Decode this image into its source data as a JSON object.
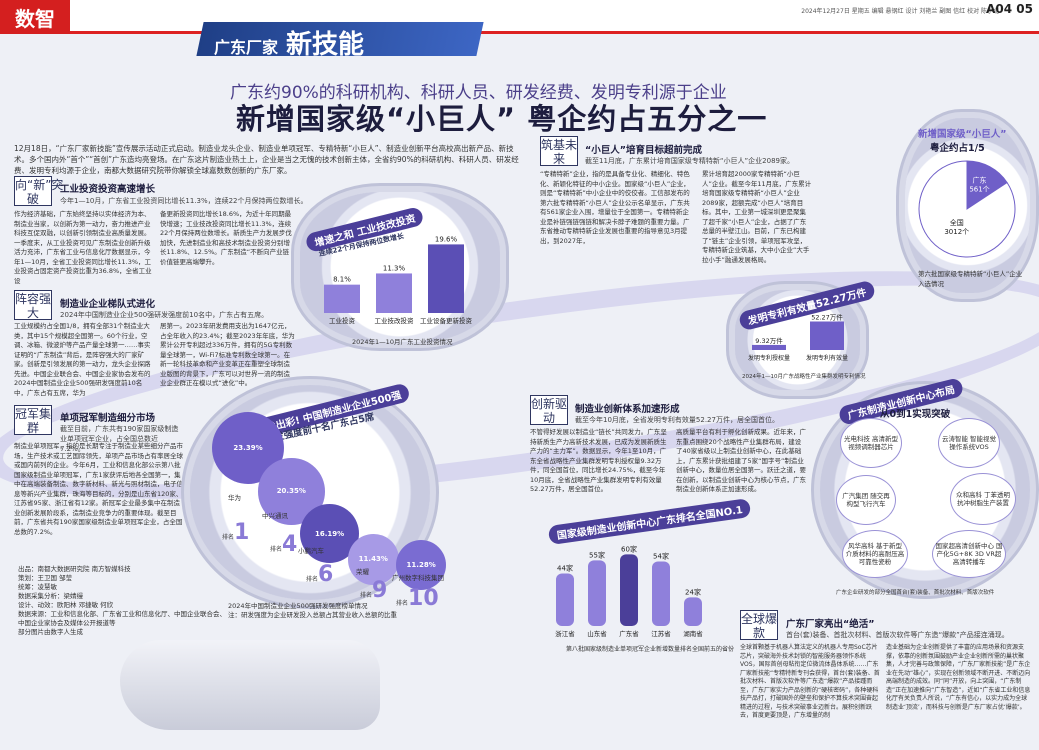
{
  "header": {
    "logo": "数智",
    "date_line": "2024年12月27日 星期五 编辑 悬钢红 设计 刘艳兰 副图 信红 校对 陈小北",
    "page": "A04 05"
  },
  "banner": {
    "small": "广东厂家",
    "big": "新技能"
  },
  "subtitle": "广东约90%的科研机构、科研人员、研发经费、发明专利源于企业",
  "title": "新增国家级“小巨人” 粤企约占五分之一",
  "intro": "12月18日，“广东厂家新技能”宣传展示活动正式启动。制造业龙头企业、制造业单项冠军、专精特新“小巨人”、制造业创新平台高校高出新产品、新技术。多个国内外“首个”“首创”广东造均亮登场。在广东这片制造业热土上，企业是当之无愧的技术创新主体，全省约90%的科研机构、科研人员、研发经费、发明专利均源于企业，南都大数据研究院带你解锁全球嘉数数创新的广东厂家。",
  "sections": {
    "s1": {
      "tag": "向“新”突破",
      "head": "工业投资投资高速增长",
      "sub": "今年1—10月，广东省工业投资同比增长11.3%，连续22个月保持两位数增长。",
      "body1": "作为经济基础，广东始终坚持以实体经济为本、制造业当家，以创新为第一动力，奋力推进产业科技互促双融，以创新引领制造业高质量发展。一季度末，从工业投资可见广东制造业创新升级活力充沛，广东省工业与信息化厅数据显示，今年1—10月，全省工业投资同比增长11.3%，工业投资占固定资产投资比重为36.8%，全省工业设",
      "body2": "备更新投资同比增长18.6%，为近十年同期最快增速；工业技改投资同比增长11.3%，连续22个月保持两位数增长。新质生产力发展步伐加快，先进制造业和高技术制造业投资分别增长11.8%、12.5%。广东制造“不断向产业链价值链更高端攀升。"
    },
    "s2": {
      "tag": "阵容强大",
      "head": "制造业企业梯队式进化",
      "sub": "2024年中国制造业企业500强研发强度前10名中，广东占有五席。",
      "body1": "工业规模约占全国1/8，拥有全部31个制造业大类，其中15个规模超全国第一。60个行业，空调、冰箱、微波炉等产品产量全球第一……事实证明的“广东制造”背后，是阵容强大的厂家矿家。创新是引领发展的第一动力，龙头企业探路先进。中国企业联合会、中国企业家协会发布的2024中国制造业企业500强研发强度前10名中，广东占有五席，华为",
      "body2": "居第一。2023年研发费用支出为1647亿元，占全年收入的23.4%；截至2023年年底，华为累计公开专利超过336万件，拥有的5G专利数量全球第一，Wi-Fi7标准专利数全球第一。在新一轮科技革命和产业变革正在重塑全球制造业版图的背景下，广东可以对世界一流的制造业企业群正在模以式“进化”中。"
    },
    "s3": {
      "tag": "冠军集群",
      "head": "单项冠军制造细分市场",
      "sub": "截至目前，广东共有190家国家级制造业单项冠军企业，占全国总数近7.2%。",
      "body1": "制造业单项冠军，指的是长期专注于制造业某些细分产品市场，生产技术或工艺国际领先，单项产品市场占有率居全球或国内前列的企业。今年6月，工业和信息化部公示第八批国家级制造业单项冠军，广东1家获评后地各全国第一，集中在高端装备制造、数字新材料、新光与照材制造，电子信息等新兴产业集群，珠海等目标的，分别是山东省120家、江苏省95家、浙江省有12家。新冠军企业最多集中在制造业创新发展阶段系，造制造业竞争力的重要体现。截至目前，广东省共有190家国家级制造业单项冠军企业，占全国总数的7.2%。"
    },
    "s4": {
      "tag": "筑基未来",
      "head": "“小巨人”培育目标超前完成",
      "sub": "截至11月底，广东累计培育国家级专精特新“小巨人”企业2089家。",
      "body1": "“专精特新”企业，指的是具备专业化、精细化、特色化、新颖化特征的中小企业。国家级“小巨人”企业，则是“专精特新”中小企业中的佼佼者。工信部发布的第六批专精特新“小巨人”企业公示名单显示，广东共有561家企业入围，增量位于全国第一。专精特新企业是补链强链强链和解决卡脖子难题的重要力量。广东省推动专精特新企业发展也重要的指导意见3月提出，到2027年，",
      "body2": "累计培育超2000家专精特新“小巨人”企业。截至今年11月底，广东累计培育国家级专精特新“小巨人”企业2089家，超额完成“小巨人”培育目标。其中，工业第一城深圳更是聚集了超千家“小巨人”企业，占据了广东总量的半壁江山。目前，广东已构建了“链主”企业引领，单项冠军攻坚，专精特新企业筑基，大中小企业“大手拉小手”融通发展格局。"
    },
    "s5": {
      "tag": "创新驱动",
      "head": "制造业创新体系加速形成",
      "sub": "截至今年10月底，全省发明专利有效量52.27万件，居全国首位。",
      "body1": "不管得好发展以制造业“链长”共同发力。广东坚持新质生产力高新技术发展，已成为发展新质生产力的“主力军”。数据显示，今年1至10月，广东全省战略性产业集群发明专利授权量9.32万件，同全国首位，同比增长24.75%，截至今年10月底，全省战略性产业集群发明专利有效量52.27万件，居全国首位。",
      "body2": "高质量平台有利于孵化创新成果。近年来，广东重点围绕20个战略性产业集群布局，建设了40家省级以上制造业创新中心，在此基础上，广东累计获批组建了5家“国字号”制造业创新中心，数量位居全国第一。跃迁之道，要在创新，以制造业创新中心为核心节点，广东制造业创新体系正加速形成。"
    },
    "s6": {
      "tag": "全球爆款",
      "head": "广东厂家亮出“绝活”",
      "sub": "首台(套)装备、首批次材料、首版次软件等广东造“爆款”产品接连涌现。",
      "body1": "全球首颗基于机器人算法定义的机器人专用SoC芯片芯片，突破海外技术封锁的智能服务器领作系统VOS，国际首创母粘衔定位微流体晶体系统……广东厂家新技能“专精特新专刊会获得，首台(套)装备、首批次材料、首版次软件等广东造“爆款”产品接踵而至，广东厂家实力产品创新的“硬核密码”，各种硬科技产品打，打破国外的壁垒和保护不算技术突围奋起精进的过程，与技术突破事业迈新台。展积创新跃去，首度更要顶是，广东增量的制",
      "body2": "造业基础为企业创新提供了丰富的应用场景和资源支撑，依靠的创新氛围鼓励产业企业创新所需的巢状聚集，人才完善与政策保障，“广东厂家新技能”是广东企业在先动“雄心”，实现在创新领域不断开进、不断迈向高端制造的成效。同“同”开放，向上突围，“广东制造”正在加速推向“广东智造”，近如“广东省工业和信息化厅有关负责人所说，“广东有信心，以实力成为全球制造业‘顶流’，而科技与创新是广东厂家占优‘爆款’。"
    }
  },
  "credits": [
    "出品：南都大数据研究院  南方智媒科技",
    "策划：王卫国  邹莹",
    "统筹：凌慧敏",
    "数据采集分析：梁婧缦",
    "设计、动效：欧阳林  邓捷敏  何欣",
    "数据来源：工业和信息化部、广东省工业和信息化厅、中国企业联合会、中国企业家协会及媒体公开报道等",
    "部分图片由数字人生成"
  ],
  "chart_invest": {
    "title_line1": "增速之和 工业技改投资",
    "title_line2": "连续22个月保持两位数增长",
    "categories": [
      "工业投资",
      "工业技改投资",
      "工业设备更新投资"
    ],
    "values": [
      8.1,
      11.3,
      19.6
    ],
    "value_labels": [
      "8.1%",
      "11.3%",
      "19.6%"
    ],
    "note": "2024年1—10月广东工业投资情况"
  },
  "chart_patent": {
    "title": "发明专利有效量52.27万件",
    "categories": [
      "发明专利授权量",
      "发明专利有效量"
    ],
    "values": [
      9.32,
      52.27
    ],
    "value_labels": [
      "9.32万件",
      "52.27万件"
    ],
    "note": "2024年1—10月广东战略性产业集群发明专利情况"
  },
  "chart_pie": {
    "title1": "新增国家级“小巨人”",
    "title2": "粤企约占1/5",
    "slices": [
      {
        "name": "广东",
        "value": 561,
        "label": "561个"
      },
      {
        "name": "全国",
        "value": 3012,
        "label": "3012个"
      }
    ],
    "note": "第六批国家级专精特新“小巨人”企业入选情况"
  },
  "chart_bubbles": {
    "title1": "研发出彩! 中国制造业企业500强",
    "title2": "研发强度前十名广东占5席",
    "items": [
      {
        "name": "华为",
        "value": 23.39,
        "label": "23.39%",
        "rank": "1",
        "color": "#6f5fc8"
      },
      {
        "name": "中兴通讯",
        "value": 20.35,
        "label": "20.35%",
        "rank": "4",
        "color": "#8f80db"
      },
      {
        "name": "小鹏汽车",
        "value": 16.19,
        "label": "16.19%",
        "rank": "6",
        "color": "#5b4fb5"
      },
      {
        "name": "荣耀",
        "value": 11.43,
        "label": "11.43%",
        "rank": "9",
        "color": "#a79ae6"
      },
      {
        "name": "广州数字科技集团",
        "value": 11.28,
        "label": "11.28%",
        "rank": "10",
        "color": "#7a6cd2"
      }
    ],
    "rank_prefix": "排名",
    "note": "2024年中国制造业企业500强研发强度榜单情况",
    "note2": "注：研发强度为企业研发投入总额占其营业收入总额的比重"
  },
  "chart_centers": {
    "title": "国家级制造业创新中心广东排名全国NO.1",
    "categories": [
      "浙江省",
      "山东省",
      "广东省",
      "江苏省",
      "湖南省"
    ],
    "values": [
      44,
      55,
      60,
      54,
      24
    ],
    "value_labels": [
      "44家",
      "55家",
      "60家",
      "54家",
      "24家"
    ],
    "note": "第八批国家级制造业单项冠军企业新增数量排名全国前五的省份"
  },
  "chart_hub": {
    "title": "广东制造业创新中心布局",
    "center": "从0到1实现突破",
    "nodes": [
      "光电科技 高清新型视频调制器芯片",
      "云涛智能 智能视觉操作系统VOS",
      "广汽集团 随交再构型飞行汽车",
      "众和高科 丁苯透明抗冲树脂生产装置",
      "风华高科 基于新型介质材料的高耐压高可靠性瓷粉",
      "国家超高清创新中心 国产化5G+8K 3D VR超高清转播车"
    ],
    "note": "广东企业研发的部分全国首台(套)装备、首批次材料、首版次软件"
  }
}
